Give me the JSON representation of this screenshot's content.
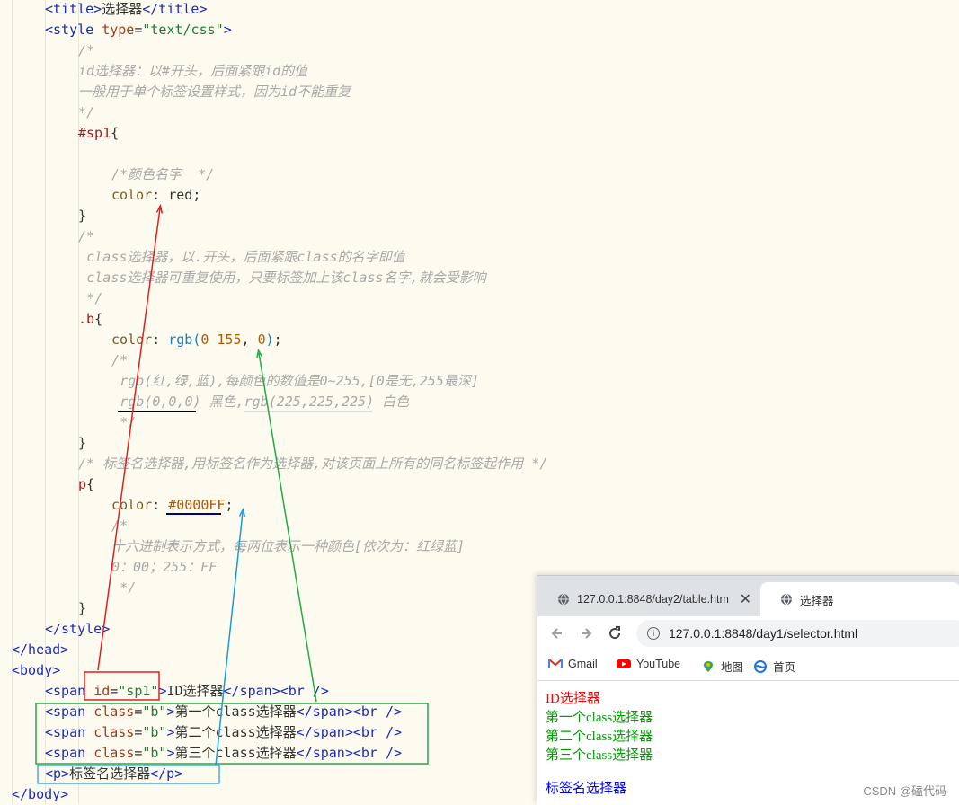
{
  "code_lines": [
    {
      "indent": 4,
      "tokens": [
        [
          "tag",
          "<title>"
        ],
        [
          "text",
          "选择器"
        ],
        [
          "tag",
          "</title>"
        ]
      ]
    },
    {
      "indent": 4,
      "tokens": [
        [
          "tag",
          "<style "
        ],
        [
          "attr",
          "type"
        ],
        [
          "punc",
          "="
        ],
        [
          "val",
          "\"text/css\""
        ],
        [
          "tag",
          ">"
        ]
      ]
    },
    {
      "indent": 8,
      "tokens": [
        [
          "comment",
          "/*"
        ]
      ]
    },
    {
      "indent": 8,
      "tokens": [
        [
          "comment",
          "id选择器：以#开头，后面紧跟id的值"
        ]
      ]
    },
    {
      "indent": 8,
      "tokens": [
        [
          "comment",
          "一般用于单个标签设置样式，因为id不能重复"
        ]
      ]
    },
    {
      "indent": 8,
      "tokens": [
        [
          "comment",
          "*/"
        ]
      ]
    },
    {
      "indent": 8,
      "tokens": [
        [
          "sel",
          "#sp1"
        ],
        [
          "punc",
          "{"
        ]
      ]
    },
    {
      "indent": 0,
      "tokens": []
    },
    {
      "indent": 12,
      "tokens": [
        [
          "comment",
          "/*颜色名字  */"
        ]
      ]
    },
    {
      "indent": 12,
      "tokens": [
        [
          "prop",
          "color"
        ],
        [
          "punc",
          ": "
        ],
        [
          "text",
          "red"
        ],
        [
          "punc",
          ";"
        ]
      ]
    },
    {
      "indent": 8,
      "tokens": [
        [
          "punc",
          "}"
        ]
      ]
    },
    {
      "indent": 8,
      "tokens": [
        [
          "comment",
          "/*"
        ]
      ]
    },
    {
      "indent": 9,
      "tokens": [
        [
          "comment",
          "class选择器，以.开头，后面紧跟class的名字即值"
        ]
      ]
    },
    {
      "indent": 9,
      "tokens": [
        [
          "comment",
          "class选择器可重复使用，只要标签加上该class名字,就会受影响"
        ]
      ]
    },
    {
      "indent": 9,
      "tokens": [
        [
          "comment",
          "*/"
        ]
      ]
    },
    {
      "indent": 8,
      "tokens": [
        [
          "sel",
          ".b"
        ],
        [
          "punc",
          "{"
        ]
      ]
    },
    {
      "indent": 12,
      "tokens": [
        [
          "prop",
          "color"
        ],
        [
          "punc",
          ": "
        ],
        [
          "fn",
          "rgb("
        ],
        [
          "num",
          "0 155"
        ],
        [
          "punc",
          ", "
        ],
        [
          "num",
          "0"
        ],
        [
          "fn",
          ")"
        ],
        [
          "punc",
          ";"
        ]
      ]
    },
    {
      "indent": 12,
      "tokens": [
        [
          "comment",
          "/*"
        ]
      ]
    },
    {
      "indent": 13,
      "tokens": [
        [
          "comment",
          "rgb(红,绿,蓝),每颜色的数值是0~255,[0是无,255最深]"
        ]
      ]
    },
    {
      "indent": 13,
      "tokens": [
        [
          "comment",
          "rgb(0,0,0) 黑色,rgb(225,225,225) 白色"
        ]
      ]
    },
    {
      "indent": 13,
      "tokens": [
        [
          "comment",
          "*/"
        ]
      ]
    },
    {
      "indent": 8,
      "tokens": [
        [
          "punc",
          "}"
        ]
      ]
    },
    {
      "indent": 8,
      "tokens": [
        [
          "comment",
          "/* 标签名选择器,用标签名作为选择器,对该页面上所有的同名标签起作用 */"
        ]
      ]
    },
    {
      "indent": 8,
      "tokens": [
        [
          "sel",
          "p"
        ],
        [
          "punc",
          "{"
        ]
      ]
    },
    {
      "indent": 12,
      "tokens": [
        [
          "prop",
          "color"
        ],
        [
          "punc",
          ": "
        ],
        [
          "hex",
          "#0000FF"
        ],
        [
          "punc",
          ";"
        ]
      ]
    },
    {
      "indent": 12,
      "tokens": [
        [
          "comment",
          "/*"
        ]
      ]
    },
    {
      "indent": 12,
      "tokens": [
        [
          "comment",
          "十六进制表示方式，每两位表示一种颜色[依次为：红绿蓝]"
        ]
      ]
    },
    {
      "indent": 12,
      "tokens": [
        [
          "comment",
          "0：00；255：FF"
        ]
      ]
    },
    {
      "indent": 13,
      "tokens": [
        [
          "comment",
          "*/"
        ]
      ]
    },
    {
      "indent": 8,
      "tokens": [
        [
          "punc",
          "}"
        ]
      ]
    },
    {
      "indent": 4,
      "tokens": [
        [
          "tag",
          "</style>"
        ]
      ]
    },
    {
      "indent": 0,
      "tokens": [
        [
          "tag",
          "</head>"
        ]
      ]
    },
    {
      "indent": 0,
      "tokens": [
        [
          "tag",
          "<body>"
        ]
      ]
    },
    {
      "indent": 4,
      "tokens": [
        [
          "tag",
          "<span "
        ],
        [
          "attr",
          "id"
        ],
        [
          "punc",
          "="
        ],
        [
          "val",
          "\"sp1\""
        ],
        [
          "tag",
          ">"
        ],
        [
          "text",
          "ID选择器"
        ],
        [
          "tag",
          "</span><br />"
        ]
      ]
    },
    {
      "indent": 4,
      "tokens": [
        [
          "tag",
          "<span "
        ],
        [
          "attr",
          "class"
        ],
        [
          "punc",
          "="
        ],
        [
          "val",
          "\"b\""
        ],
        [
          "tag",
          ">"
        ],
        [
          "text",
          "第一个class选择器"
        ],
        [
          "tag",
          "</span><br />"
        ]
      ]
    },
    {
      "indent": 4,
      "tokens": [
        [
          "tag",
          "<span "
        ],
        [
          "attr",
          "class"
        ],
        [
          "punc",
          "="
        ],
        [
          "val",
          "\"b\""
        ],
        [
          "tag",
          ">"
        ],
        [
          "text",
          "第二个class选择器"
        ],
        [
          "tag",
          "</span><br />"
        ]
      ]
    },
    {
      "indent": 4,
      "tokens": [
        [
          "tag",
          "<span "
        ],
        [
          "attr",
          "class"
        ],
        [
          "punc",
          "="
        ],
        [
          "val",
          "\"b\""
        ],
        [
          "tag",
          ">"
        ],
        [
          "text",
          "第三个class选择器"
        ],
        [
          "tag",
          "</span><br />"
        ]
      ]
    },
    {
      "indent": 4,
      "tokens": [
        [
          "tag",
          "<p>"
        ],
        [
          "text",
          "标签名选择器"
        ],
        [
          "tag",
          "</p>"
        ]
      ]
    },
    {
      "indent": 0,
      "tokens": [
        [
          "tag",
          "</body>"
        ]
      ]
    }
  ],
  "annotation_colors": {
    "red": "#e02020",
    "green": "#22aa44",
    "blue": "#1a9ad6",
    "underline": "#000080"
  },
  "browser": {
    "tabs": [
      {
        "label": "127.0.0.1:8848/day2/table.htm",
        "icon": "globe-icon",
        "close": "✕"
      },
      {
        "label": "选择器",
        "icon": "globe-icon"
      }
    ],
    "url": "127.0.0.1:8848/day1/selector.html",
    "bookmarks": [
      {
        "label": "Gmail",
        "icon": "gmail-icon"
      },
      {
        "label": "YouTube",
        "icon": "youtube-icon"
      },
      {
        "label": "地图",
        "icon": "maps-icon"
      },
      {
        "label": "首页",
        "icon": "home-icon"
      }
    ],
    "content": {
      "id_text": "ID选择器",
      "class_lines": [
        "第一个class选择器",
        "第二个class选择器",
        "第三个class选择器"
      ],
      "p_text": "标签名选择器"
    }
  },
  "watermark": "CSDN @磕代码"
}
